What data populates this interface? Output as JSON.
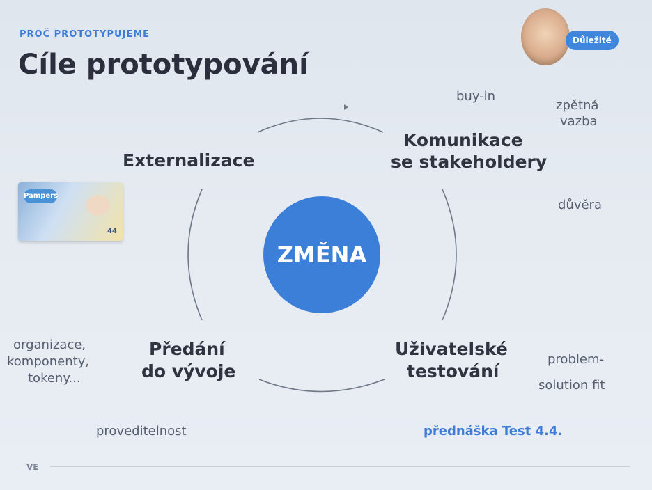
{
  "header": {
    "kicker": "PROČ PROTOTYPUJEME",
    "title": "Cíle prototypování",
    "badge": "Důležité"
  },
  "diagram": {
    "center": "ZMĚNA",
    "top_left": "Externalizace",
    "top_right_line1": "Komunikace",
    "top_right_line2": "se stakeholdery",
    "bottom_left_line1": "Předání",
    "bottom_left_line2": "do vývoje",
    "bottom_right_line1": "Uživatelské",
    "bottom_right_line2": "testování"
  },
  "notes": {
    "buy_in": "buy-in",
    "feedback_line1": "zpětná",
    "feedback_line2": "vazba",
    "trust": "důvěra",
    "left_line1": "organizace,",
    "left_line2": "komponenty,",
    "left_line3": "tokeny...",
    "problem_line1": "problem-",
    "problem_line2": "solution fit",
    "feasibility": "proveditelnost",
    "lecture_ref": "přednáška Test 4.4."
  },
  "image": {
    "product_brand": "Pampers",
    "product_count": "44"
  },
  "footer": {
    "logo": "VE"
  },
  "colors": {
    "accent": "#3d7cd6",
    "circle": "#3c7fd9",
    "title": "#2b2f3d",
    "background": "#e5ebf2"
  }
}
